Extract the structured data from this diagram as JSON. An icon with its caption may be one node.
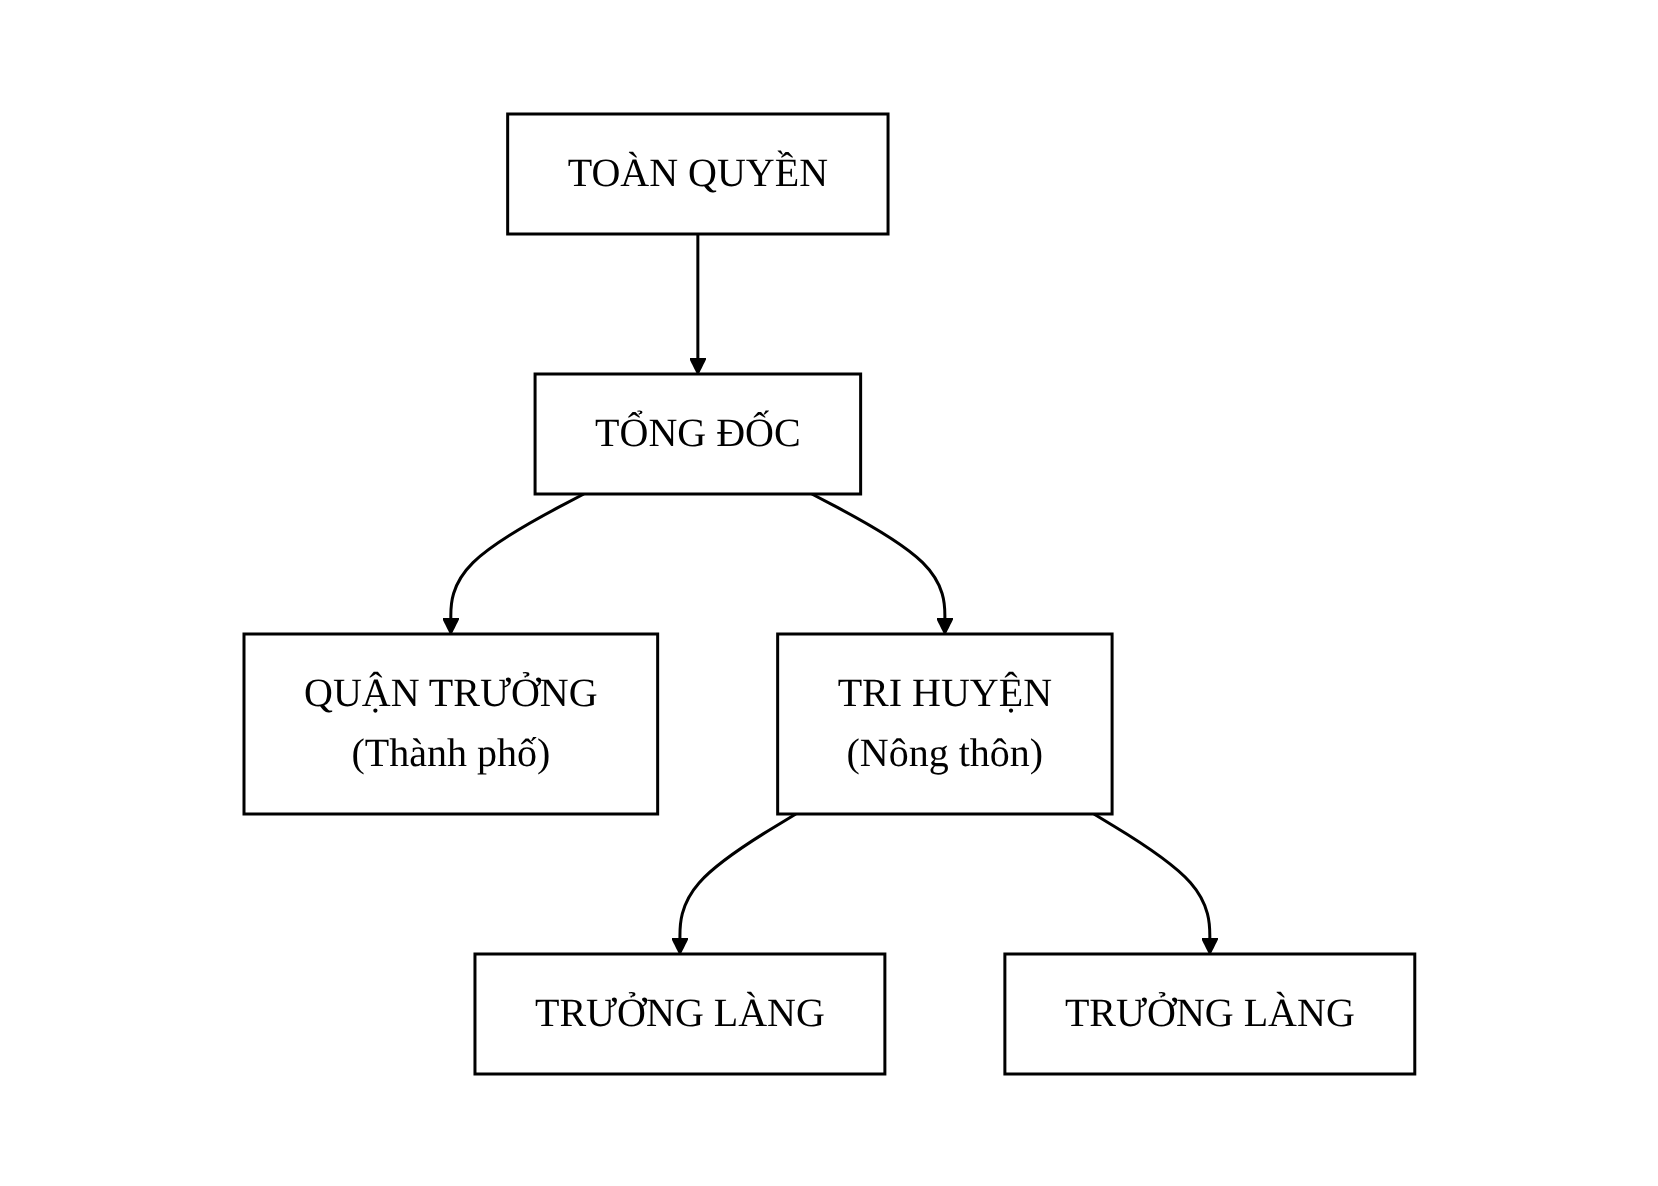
{
  "diagram": {
    "nodes": [
      {
        "text": [
          "TOÀN QUYỀN"
        ]
      },
      {
        "text": [
          "TỔNG ĐỐC"
        ]
      },
      {
        "text": [
          "QUẬN TRƯỞNG",
          "(Thành phố)"
        ]
      },
      {
        "text": [
          "TRI HUYỆN",
          "(Nông thôn)"
        ]
      },
      {
        "text": [
          "TRƯỞNG LÀNG"
        ]
      },
      {
        "text": [
          "TRƯỞNG LÀNG"
        ]
      }
    ],
    "edges": [
      {
        "from": 0,
        "to": 1,
        "arrow": "to"
      },
      {
        "from": 1,
        "to": 2,
        "arrow": "to"
      },
      {
        "from": 1,
        "to": 3,
        "arrow": "to"
      },
      {
        "from": 3,
        "to": 4,
        "arrow": "to"
      },
      {
        "from": 3,
        "to": 5,
        "arrow": "to"
      }
    ]
  }
}
